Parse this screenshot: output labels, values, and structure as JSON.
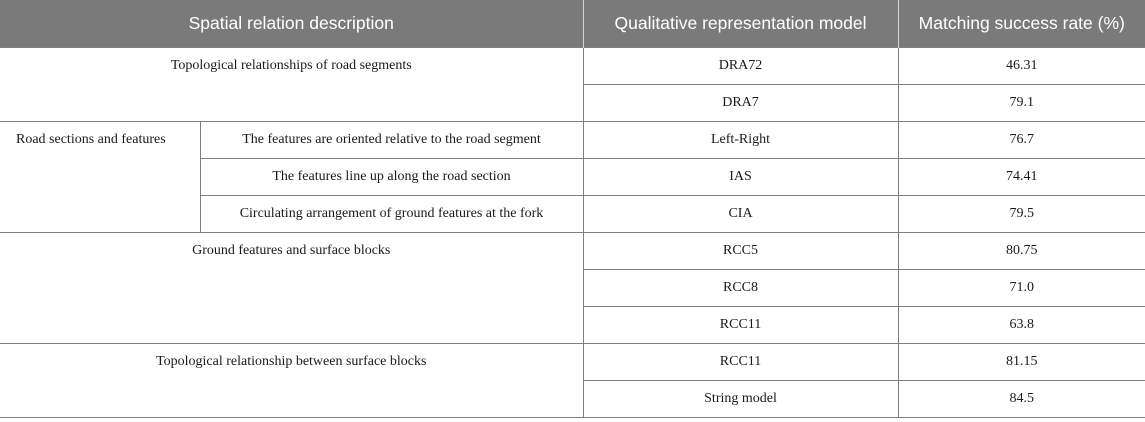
{
  "headers": {
    "spatial": "Spatial relation description",
    "model": "Qualitative representation model",
    "rate": "Matching success rate (%)"
  },
  "groups": [
    {
      "description": "Topological relationships of road segments",
      "rows": [
        {
          "model": "DRA72",
          "rate": "46.31"
        },
        {
          "model": "DRA7",
          "rate": "79.1"
        }
      ]
    },
    {
      "description": "Road sections and features",
      "rows": [
        {
          "sub": "The features are oriented relative to the road segment",
          "model": "Left-Right",
          "rate": "76.7"
        },
        {
          "sub": "The features line up along the road section",
          "model": "IAS",
          "rate": "74.41"
        },
        {
          "sub": "Circulating arrangement of ground features at the fork",
          "model": "CIA",
          "rate": "79.5"
        }
      ]
    },
    {
      "description": "Ground features and surface blocks",
      "rows": [
        {
          "model": "RCC5",
          "rate": "80.75"
        },
        {
          "model": "RCC8",
          "rate": "71.0"
        },
        {
          "model": "RCC11",
          "rate": "63.8"
        }
      ]
    },
    {
      "description": "Topological relationship between surface blocks",
      "rows": [
        {
          "model": "RCC11",
          "rate": "81.15"
        },
        {
          "model": "String model",
          "rate": "84.5"
        }
      ]
    }
  ]
}
